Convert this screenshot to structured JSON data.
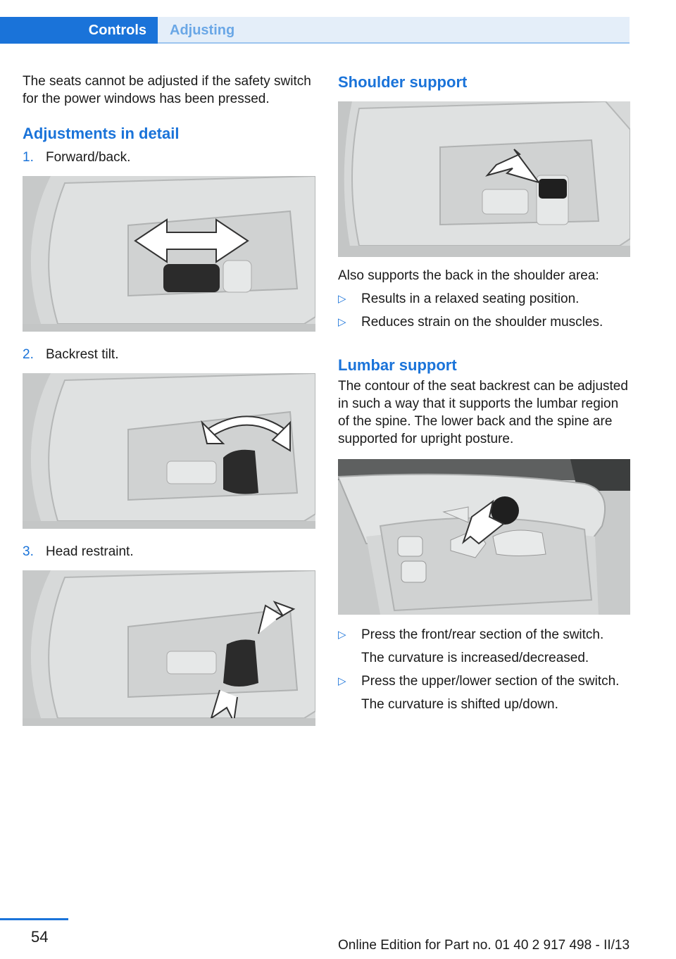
{
  "header": {
    "tab_active": "Controls",
    "tab_inactive": "Adjusting"
  },
  "left": {
    "intro": "The seats cannot be adjusted if the safety switch for the power windows has been pressed.",
    "heading": "Adjustments in detail",
    "items": [
      {
        "num": "1.",
        "label": "Forward/back."
      },
      {
        "num": "2.",
        "label": "Backrest tilt."
      },
      {
        "num": "3.",
        "label": "Head restraint."
      }
    ]
  },
  "right": {
    "shoulder_heading": "Shoulder support",
    "shoulder_intro": "Also supports the back in the shoulder area:",
    "shoulder_bullets": [
      "Results in a relaxed seating position.",
      "Reduces strain on the shoulder muscles."
    ],
    "lumbar_heading": "Lumbar support",
    "lumbar_text": "The contour of the seat backrest can be adjusted in such a way that it supports the lumbar region of the spine. The lower back and the spine are supported for upright posture.",
    "lumbar_bullets": [
      {
        "text": "Press the front/rear section of the switch.",
        "sub": "The curvature is increased/decreased."
      },
      {
        "text": "Press the upper/lower section of the switch.",
        "sub": "The curvature is shifted up/down."
      }
    ],
    "bullet_symbol": "▷"
  },
  "footer": {
    "page": "54",
    "edition": "Online Edition for Part no. 01 40 2 917 498 - II/13"
  },
  "colors": {
    "accent": "#1a73d9",
    "tab_light": "#e4eef9"
  }
}
